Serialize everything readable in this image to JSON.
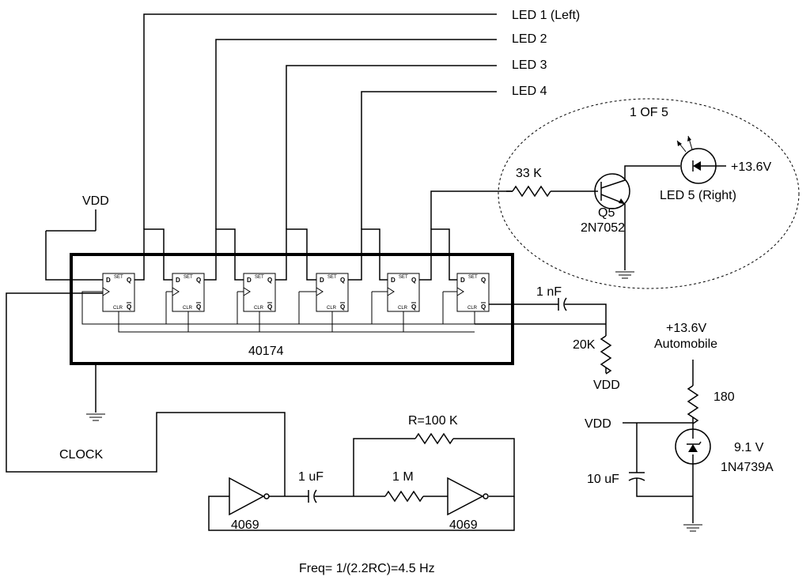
{
  "labels": {
    "led1": "LED 1 (Left)",
    "led2": "LED 2",
    "led3": "LED 3",
    "led4": "LED 4",
    "one_of_five": "1 OF 5",
    "r33k": "33 K",
    "vplus_led5": "+13.6V",
    "led5": "LED 5 (Right)",
    "q5": "Q5",
    "q5_part": "2N7052",
    "vdd_top": "VDD",
    "chip": "40174",
    "c1nf": "1 nF",
    "r20k": "20K",
    "vdd_r20k": "VDD",
    "vplus_auto": "+13.6V",
    "automobile": "Automobile",
    "r180": "180",
    "vdd_zener": "VDD",
    "zener_v": "9.1 V",
    "zener_part": "1N4739A",
    "c10uf": "10 uF",
    "clock": "CLOCK",
    "r100k": "R=100 K",
    "c1uf": "1 uF",
    "r1m": "1 M",
    "inv1": "4069",
    "inv2": "4069",
    "freq": "Freq= 1/(2.2RC)=4.5 Hz"
  },
  "ff_pins": {
    "d": "D",
    "q": "Q",
    "clr": "CLR",
    "qbar": "Q",
    "set": "SET"
  }
}
